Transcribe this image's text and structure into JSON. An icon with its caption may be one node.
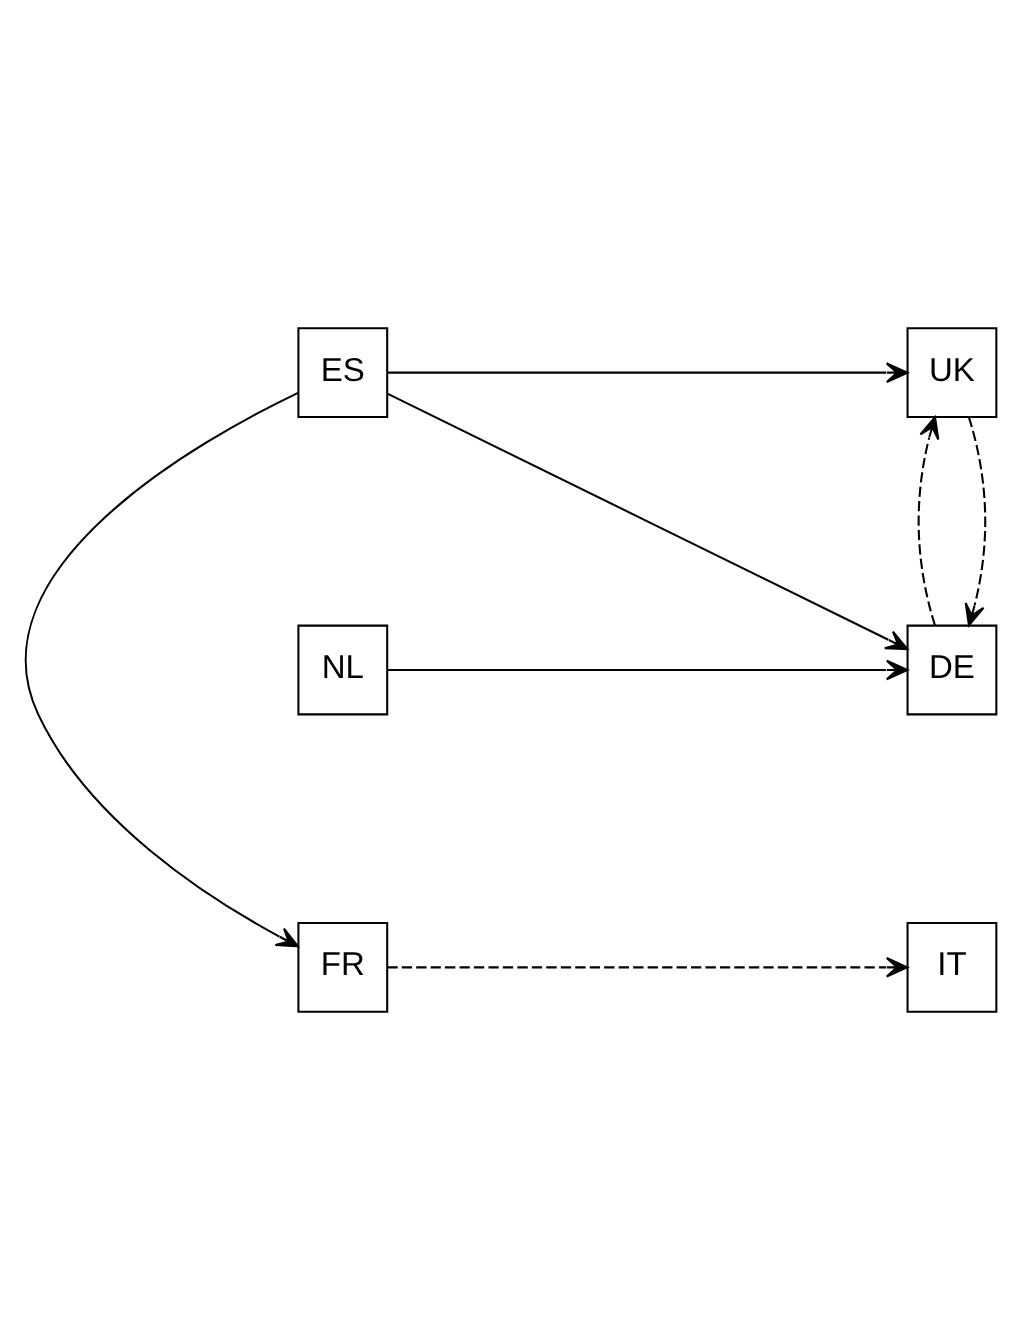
{
  "diagram": {
    "nodes": [
      {
        "text": [
          "NL"
        ]
      },
      {
        "text": [
          "UK"
        ]
      },
      {
        "text": [
          "FR"
        ]
      },
      {
        "text": [
          "DE"
        ]
      },
      {
        "text": [
          "ES"
        ]
      },
      {
        "text": [
          "IT"
        ]
      }
    ],
    "edges": [
      {
        "from": 0,
        "to": 3,
        "arrow": "to"
      },
      {
        "from": 1,
        "to": 3,
        "arrow": "to",
        "style": "dashed"
      },
      {
        "from": 3,
        "to": 1,
        "arrow": "to",
        "style": "dashed"
      },
      {
        "from": 2,
        "to": 5,
        "arrow": "to",
        "style": "dashed"
      },
      {
        "from": 4,
        "to": 2,
        "arrow": "to"
      },
      {
        "from": 4,
        "to": 1,
        "arrow": "to"
      },
      {
        "from": 4,
        "to": 3,
        "arrow": "to"
      }
    ]
  }
}
